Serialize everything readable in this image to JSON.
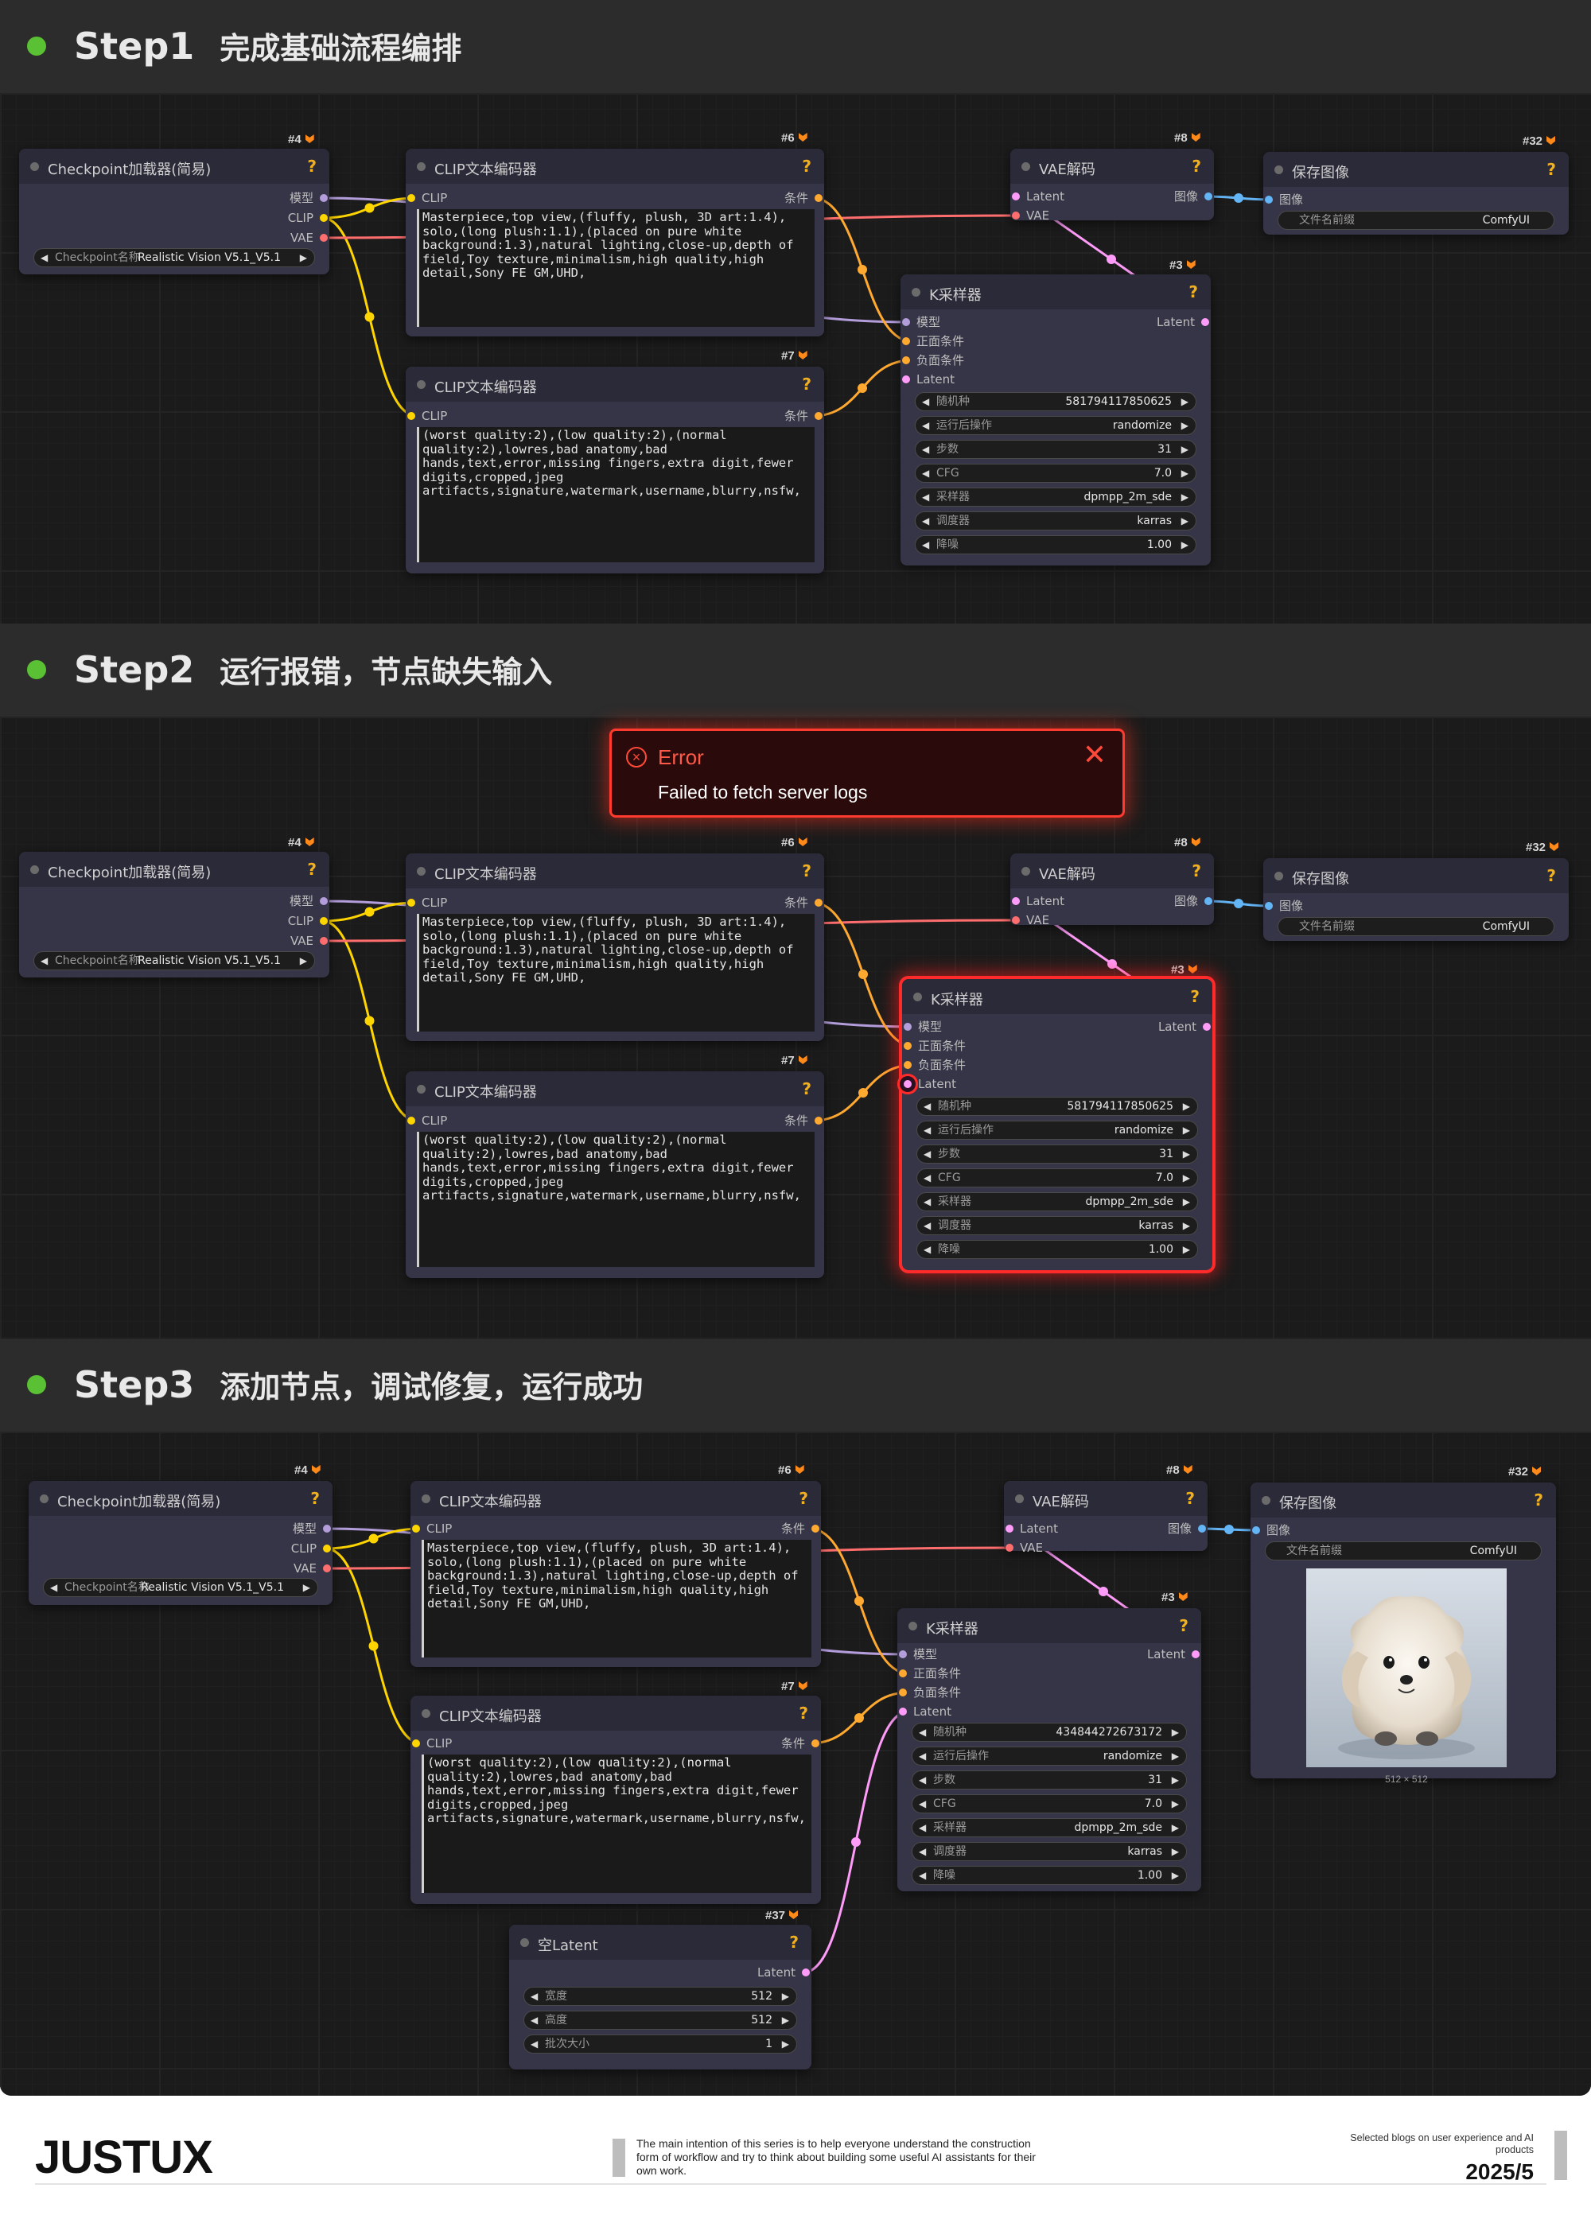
{
  "step1": {
    "title": "Step1",
    "subtitle": "完成基础流程编排"
  },
  "step2": {
    "title": "Step2",
    "subtitle": "运行报错，节点缺失输入"
  },
  "step3": {
    "title": "Step3",
    "subtitle": "添加节点，调试修复，运行成功"
  },
  "node_ids": {
    "checkpoint": "#4",
    "clip_pos": "#6",
    "clip_neg": "#7",
    "vae": "#8",
    "save": "#32",
    "ksampler": "#3",
    "empty_latent": "#37"
  },
  "checkpoint": {
    "title": "Checkpoint加载器(简易)",
    "out_model": "模型",
    "out_clip": "CLIP",
    "out_vae": "VAE",
    "ckpt_label": "Checkpoint名称",
    "ckpt_value": "Realistic Vision V5.1_V5.1"
  },
  "clip": {
    "title": "CLIP文本编码器",
    "in_clip": "CLIP",
    "out_cond": "条件",
    "positive_text": "Masterpiece,top view,(fluffy, plush, 3D art:1.4), solo,(long plush:1.1),(placed on pure white background:1.3),natural lighting,close-up,depth of field,Toy texture,minimalism,high quality,high detail,Sony FE GM,UHD,",
    "negative_text": "(worst quality:2),(low quality:2),(normal quality:2),lowres,bad anatomy,bad hands,text,error,missing fingers,extra digit,fewer digits,cropped,jpeg artifacts,signature,watermark,username,blurry,nsfw,"
  },
  "vae_decode": {
    "title": "VAE解码",
    "in_latent": "Latent",
    "in_vae": "VAE",
    "out_image": "图像"
  },
  "save_image": {
    "title": "保存图像",
    "in_image": "图像",
    "prefix_label": "文件名前缀",
    "prefix_value": "ComfyUI",
    "preview_size": "512 × 512"
  },
  "ksampler": {
    "title": "K采样器",
    "in_model": "模型",
    "in_pos": "正面条件",
    "in_neg": "负面条件",
    "in_latent": "Latent",
    "out_latent": "Latent",
    "seed_label": "随机种",
    "seed_value_1": "581794117850625",
    "seed_value_3": "434844272673172",
    "control_label": "运行后操作",
    "control_value": "randomize",
    "steps_label": "步数",
    "steps_value": "31",
    "cfg_label": "CFG",
    "cfg_value": "7.0",
    "sampler_label": "采样器",
    "sampler_value": "dpmpp_2m_sde",
    "scheduler_label": "调度器",
    "scheduler_value": "karras",
    "denoise_label": "降噪",
    "denoise_value": "1.00"
  },
  "empty_latent": {
    "title": "空Latent",
    "out_latent": "Latent",
    "width_label": "宽度",
    "width_value": "512",
    "height_label": "高度",
    "height_value": "512",
    "batch_label": "批次大小",
    "batch_value": "1"
  },
  "error_toast": {
    "title": "Error",
    "message": "Failed to fetch server logs"
  },
  "footer": {
    "logo": "JUSTUX",
    "description": "The main intention of this series is to help everyone understand the construction form of workflow and try to think about building some useful AI assistants for their own work.",
    "right_text": "Selected blogs on user experience and AI products",
    "date": "2025/5"
  },
  "colors": {
    "model": "#b39ddb",
    "clip": "#ffd500",
    "vae": "#ff6e6e",
    "cond": "#ffa931",
    "latent": "#ff9cf9",
    "image": "#64b5f6",
    "error": "#ff2a2a",
    "step_dot": "#5ac134"
  }
}
